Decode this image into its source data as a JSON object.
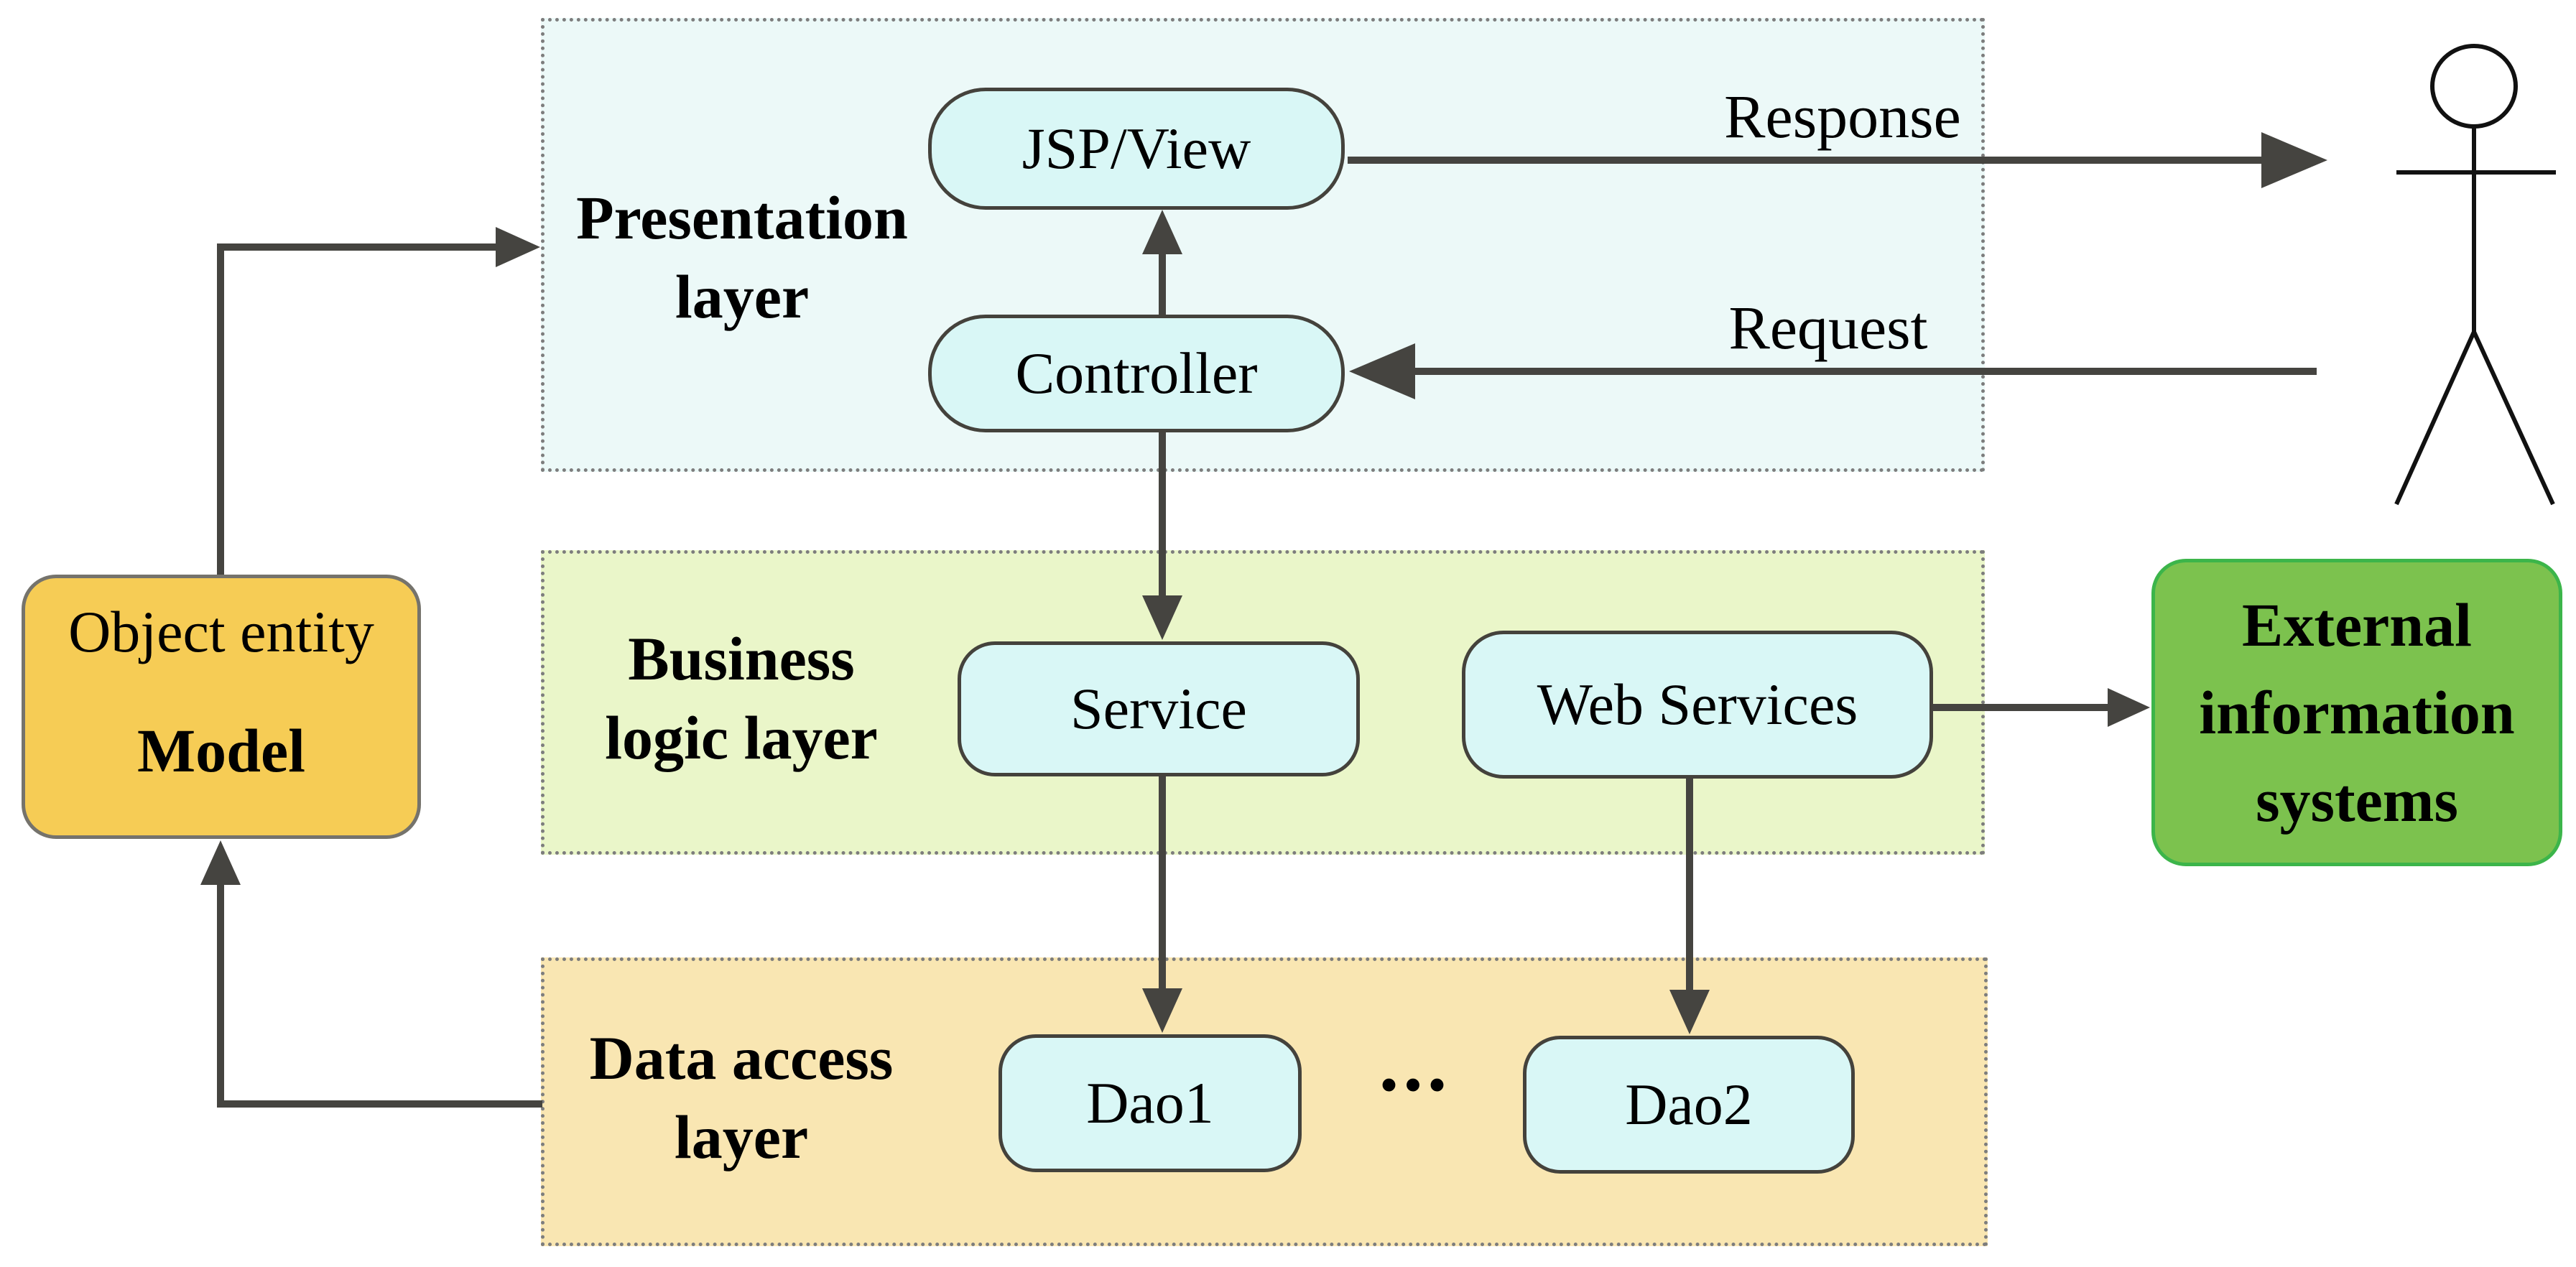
{
  "diagram": {
    "layers": {
      "presentation": {
        "line1": "Presentation",
        "line2": "layer"
      },
      "business": {
        "line1": "Business",
        "line2": "logic layer"
      },
      "data_access": {
        "line1": "Data access",
        "line2": "layer"
      }
    },
    "nodes": {
      "jsp_view": "JSP/View",
      "controller": "Controller",
      "service": "Service",
      "web_services": "Web Services",
      "dao1": "Dao1",
      "dao2": "Dao2",
      "ellipsis": "..."
    },
    "model_box": {
      "line1": "Object entity",
      "line2": "Model"
    },
    "external_box": {
      "line1": "External",
      "line2": "information",
      "line3": "systems"
    },
    "edges": {
      "response": "Response",
      "request": "Request"
    },
    "colors": {
      "presentation_bg": "#ecf9f8",
      "business_bg": "#eaf6c9",
      "data_access_bg": "#f9e6b2",
      "node_fill": "#d9f7f6",
      "node_border": "#44423c",
      "model_fill": "#f6cc55",
      "external_fill": "#7cc24e",
      "external_border": "#3cb54a",
      "arrow": "#454440"
    }
  }
}
